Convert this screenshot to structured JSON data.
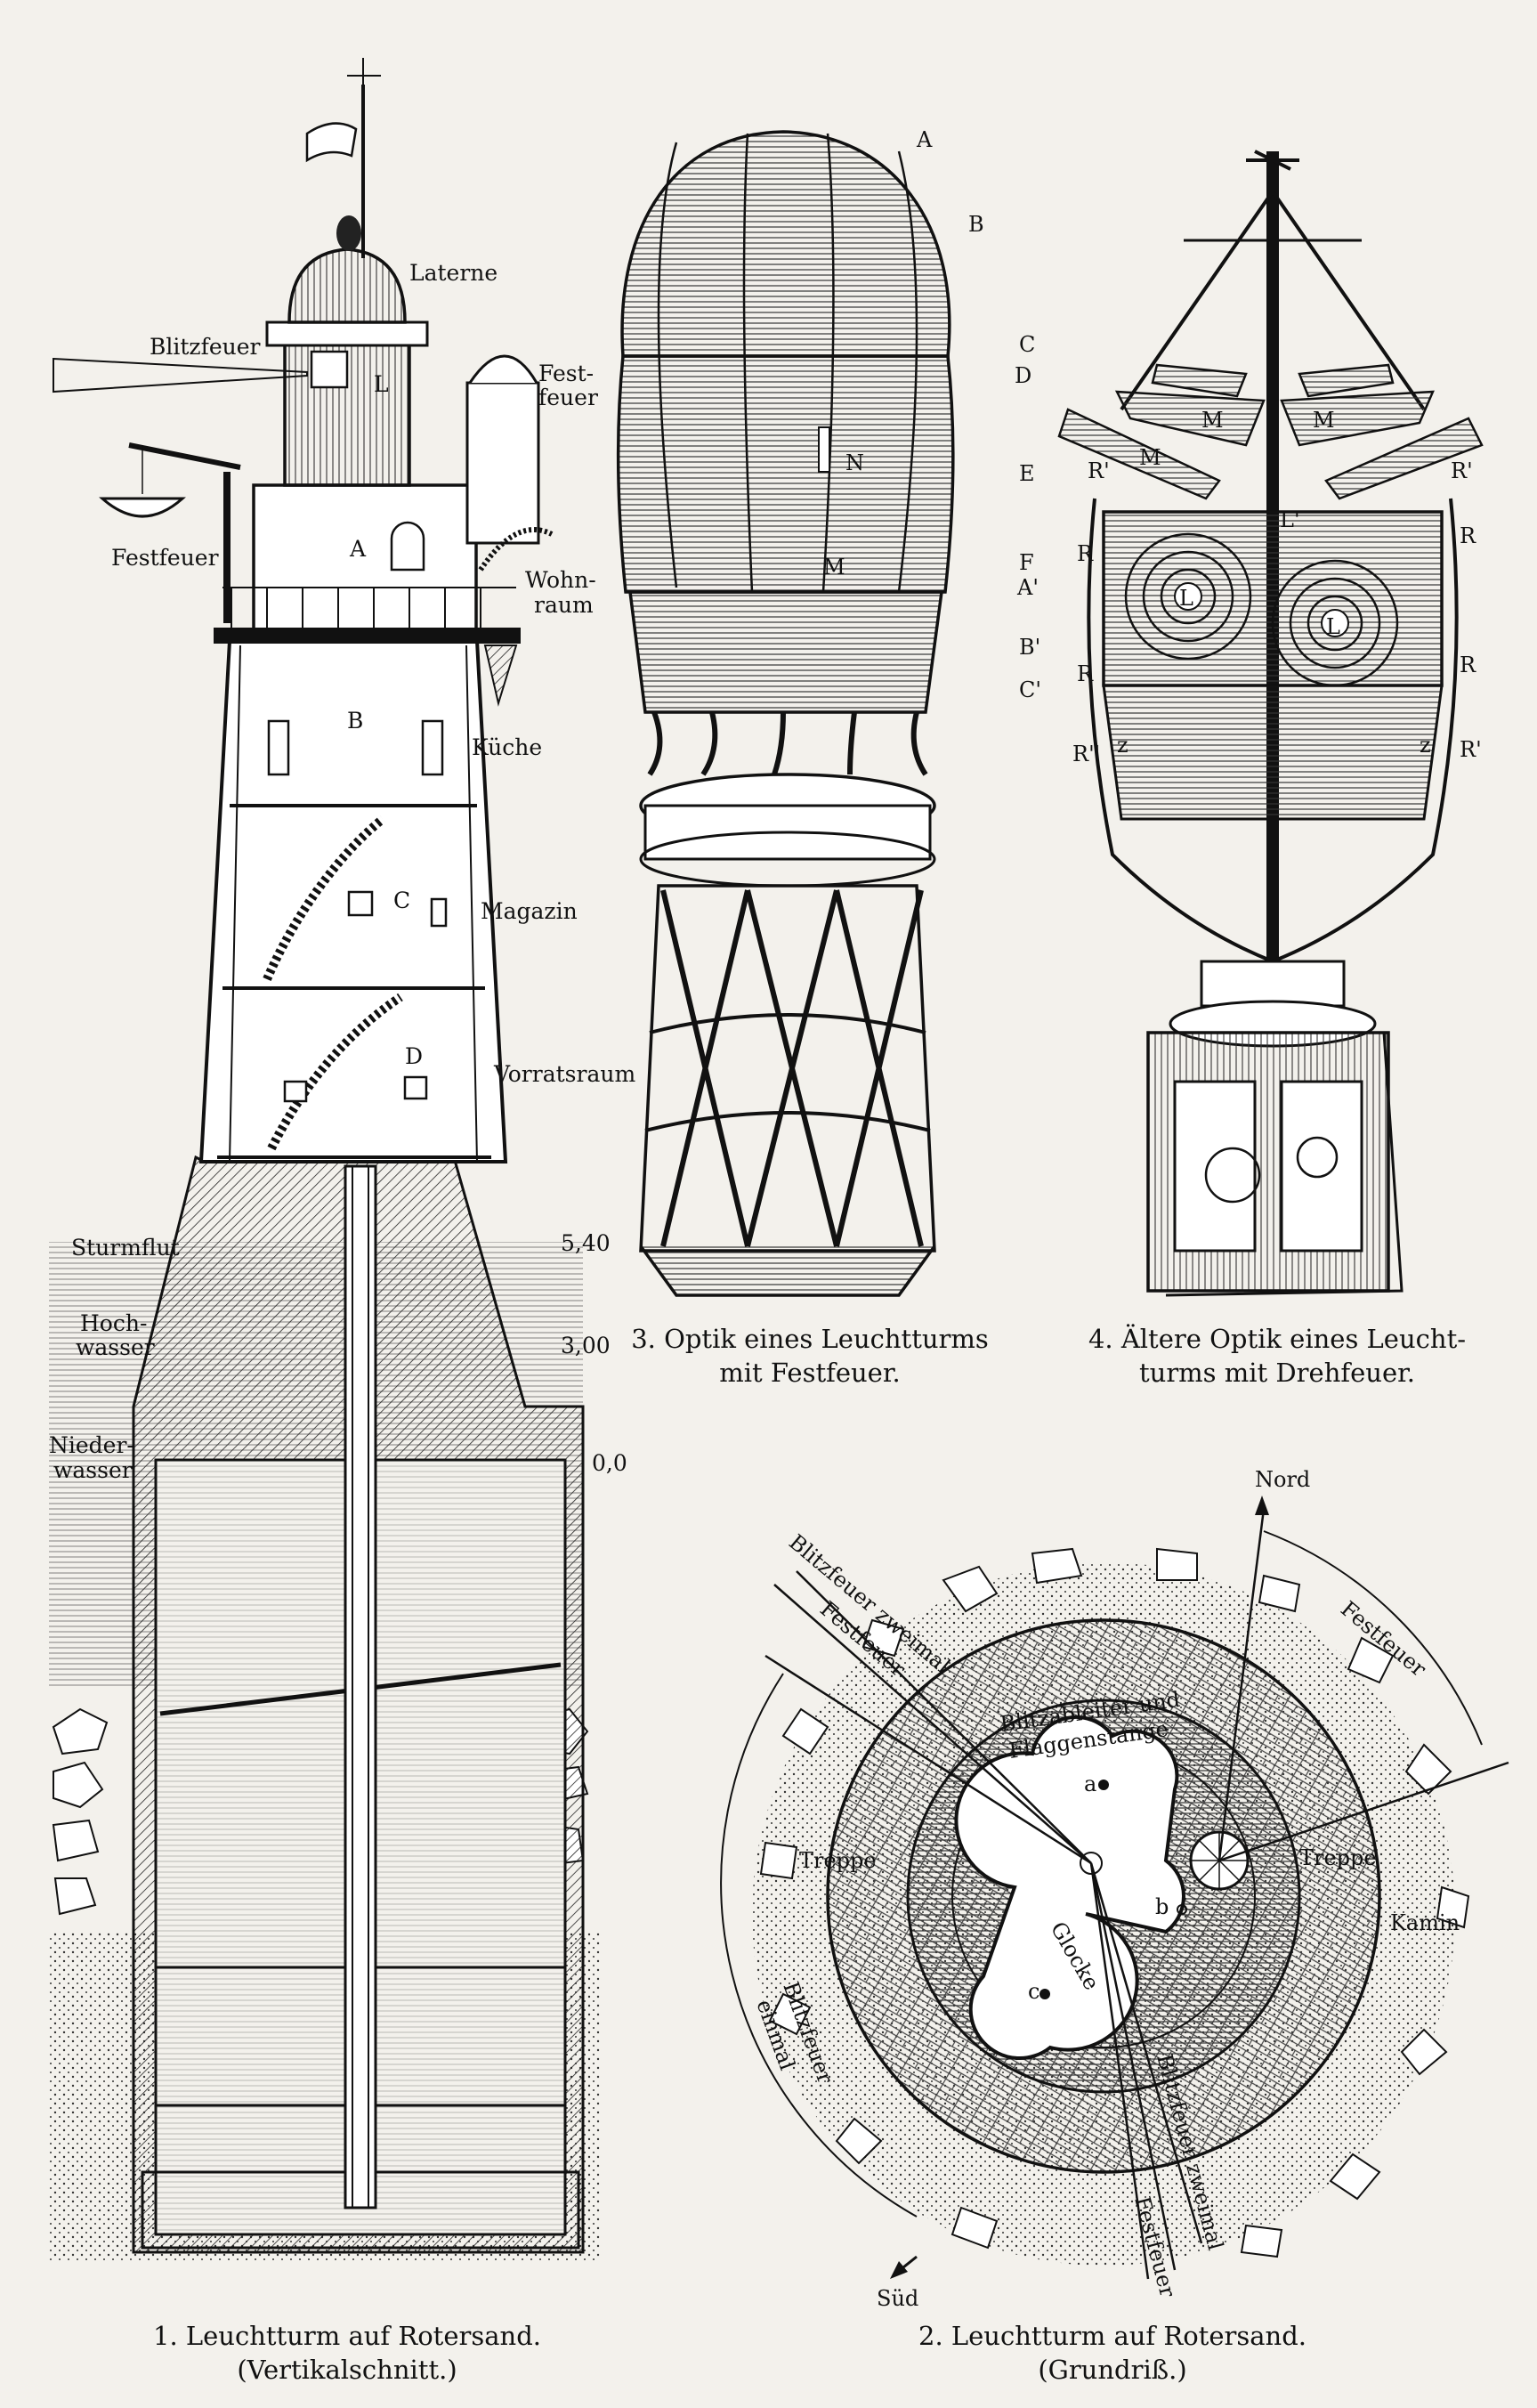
{
  "fig1": {
    "labels": {
      "laterne": "Laterne",
      "blitzfeuer": "Blitzfeuer",
      "festfeuer_top_1": "Fest-",
      "festfeuer_top_2": "feuer",
      "festfeuer_left": "Festfeuer",
      "wohnraum_1": "Wohn-",
      "wohnraum_2": "raum",
      "kueche": "Küche",
      "magazin": "Magazin",
      "vorratsraum": "Vorratsraum",
      "sturmflut": "Sturmflut",
      "hochwasser_1": "Hoch-",
      "hochwasser_2": "wasser",
      "niederwasser_1": "Nieder-",
      "niederwasser_2": "wasser",
      "level_sturmflut": "5,40",
      "level_hochwasser": "3,00",
      "level_niederwasser": "0,0",
      "A": "A",
      "B": "B",
      "C": "C",
      "D": "D",
      "L": "L"
    },
    "caption_1": "1. Leuchtturm auf Rotersand.",
    "caption_2": "(Vertikalschnitt.)"
  },
  "fig3": {
    "labels": {
      "A": "A",
      "B": "B",
      "C": "C",
      "D": "D",
      "E": "E",
      "F": "F",
      "A1": "A'",
      "B1": "B'",
      "C1": "C'",
      "M": "M",
      "N": "N"
    },
    "caption_1": "3. Optik eines Leuchtturms",
    "caption_2": "mit Festfeuer."
  },
  "fig4": {
    "labels": {
      "M": "M",
      "L": "L",
      "L1": "L'",
      "R": "R",
      "R1": "R'",
      "R2": "R''",
      "z": "z"
    },
    "caption_1": "4. Ältere Optik eines Leucht-",
    "caption_2": "turms mit Drehfeuer."
  },
  "fig2": {
    "labels": {
      "nord": "Nord",
      "sued": "Süd",
      "festfeuer": "Festfeuer",
      "blitzfeuer_zweimal": "Blitzfeuer zweimal",
      "blitzfeuer_einmal_1": "Blitzfeuer",
      "blitzfeuer_einmal_2": "einmal",
      "blitzableiter_1": "Blitzableiter und",
      "blitzableiter_2": "Flaggenstange",
      "treppe": "Treppe",
      "kamin": "Kamin",
      "glocke": "Glocke",
      "a": "a",
      "b": "b",
      "c": "c"
    },
    "caption_1": "2. Leuchtturm auf Rotersand.",
    "caption_2": "(Grundriß.)"
  }
}
